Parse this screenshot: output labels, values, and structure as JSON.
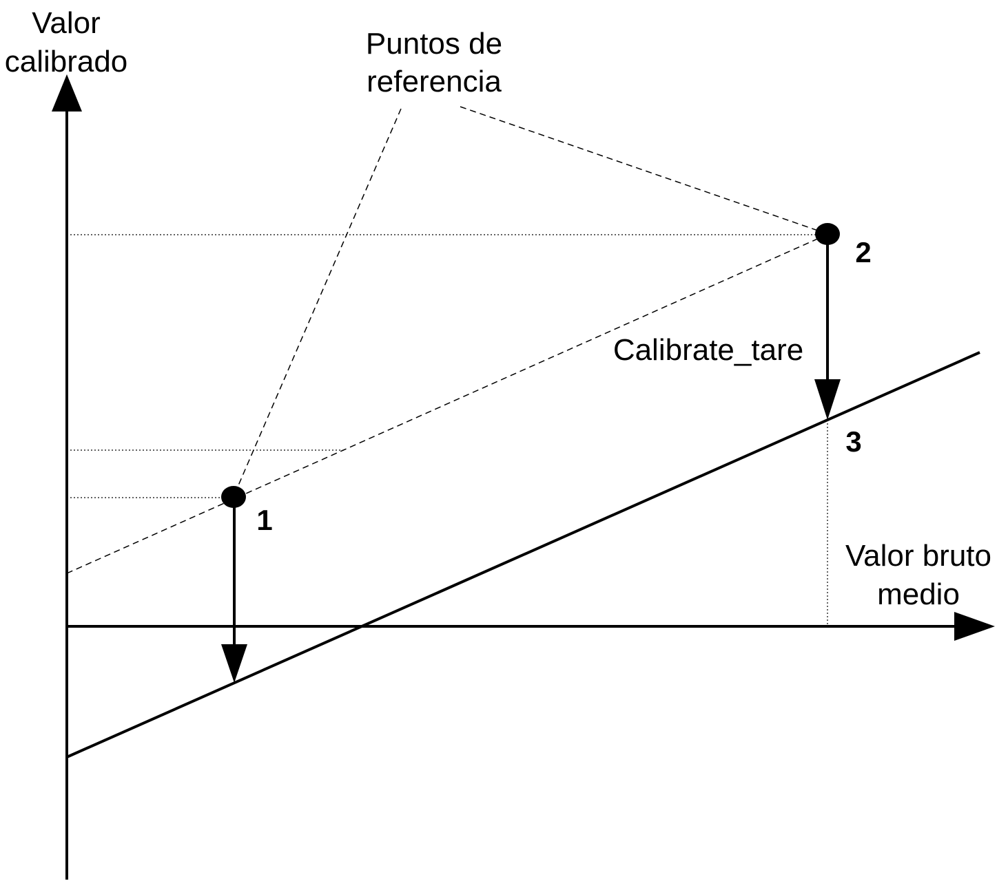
{
  "axes": {
    "y_label_line1": "Valor",
    "y_label_line2": "calibrado",
    "x_label_line1": "Valor bruto",
    "x_label_line2": "medio"
  },
  "callout": {
    "line1": "Puntos de",
    "line2": "referencia"
  },
  "operation_label": "Calibrate_tare",
  "points": [
    {
      "label": "1"
    },
    {
      "label": "2"
    },
    {
      "label": "3"
    }
  ],
  "colors": {
    "ink": "#000000",
    "background": "#ffffff"
  }
}
